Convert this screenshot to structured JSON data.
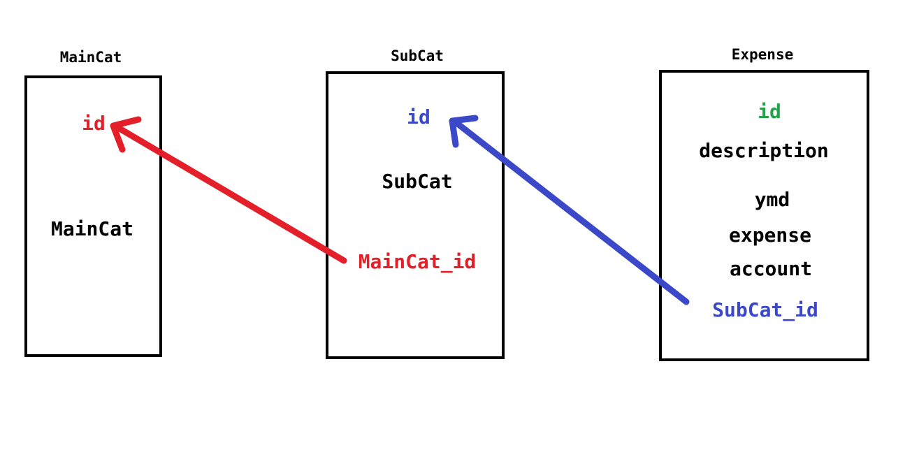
{
  "tables": {
    "maincat": {
      "title": "MainCat",
      "fields": {
        "id": "id",
        "name": "MainCat"
      }
    },
    "subcat": {
      "title": "SubCat",
      "fields": {
        "id": "id",
        "name": "SubCat",
        "fk": "MainCat_id"
      }
    },
    "expense": {
      "title": "Expense",
      "fields": {
        "id": "id",
        "description": "description",
        "ymd": "ymd",
        "expense": "expense",
        "account": "account",
        "fk": "SubCat_id"
      }
    }
  },
  "colors": {
    "red": "#e3202a",
    "blue": "#3b48c8",
    "green": "#22a34a",
    "black": "#000000"
  }
}
